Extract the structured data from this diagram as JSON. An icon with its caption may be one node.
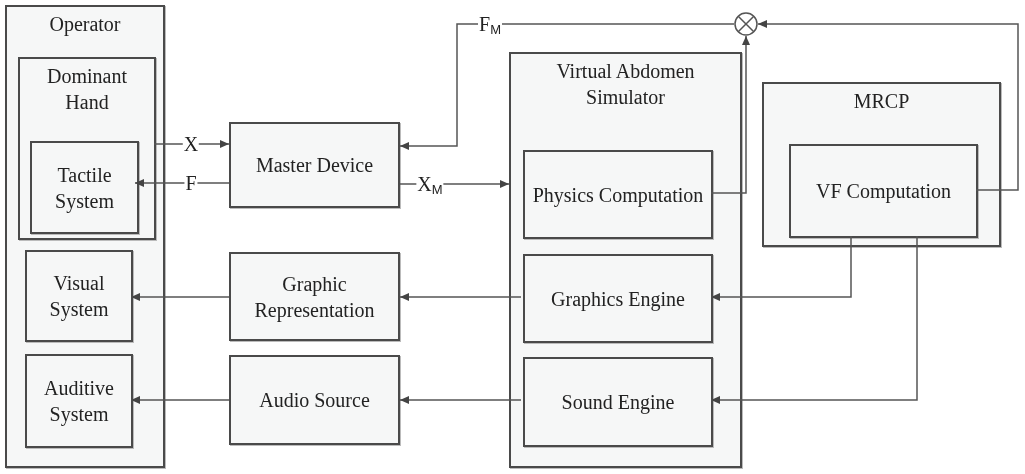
{
  "diagram": {
    "nodes": [
      {
        "text": [
          "Operator"
        ]
      },
      {
        "text": [
          "Dominant Hand"
        ],
        "in": 0
      },
      {
        "text": [
          "Tactile System"
        ],
        "in": 1
      },
      {
        "text": [
          "Visual System"
        ],
        "in": 0
      },
      {
        "text": [
          "Auditive System"
        ],
        "in": 0
      },
      {
        "text": [
          "Master Device"
        ]
      },
      {
        "text": [
          "Virtual Abdomen Simulator"
        ]
      },
      {
        "text": [
          "Physics Computation"
        ],
        "in": 6
      },
      {
        "text": [
          "Graphics Engine"
        ],
        "in": 6
      },
      {
        "text": [
          "Sound Engine"
        ],
        "in": 6
      },
      {
        "text": [
          "MRCP"
        ]
      },
      {
        "text": [
          "VF Computation"
        ],
        "in": 10
      },
      {
        "text": [
          "Graphic Representation"
        ]
      },
      {
        "text": [
          "Audio Source"
        ]
      },
      {
        "text": [],
        "shape": "circle"
      }
    ],
    "edges": [
      {
        "from": 1,
        "to": 5,
        "arrow": "to",
        "label": "X"
      },
      {
        "from": 5,
        "to": 2,
        "arrow": "to",
        "label": "F"
      },
      {
        "from": 5,
        "to": 6,
        "arrow": "to",
        "label": "X$_{M}$"
      },
      {
        "from": 14,
        "to": 5,
        "arrow": "to",
        "label": "F$_{M}$"
      },
      {
        "from": 7,
        "to": 14,
        "arrow": "to"
      },
      {
        "from": 11,
        "to": 14,
        "arrow": "to"
      },
      {
        "from": 11,
        "to": 8,
        "arrow": "to"
      },
      {
        "from": 11,
        "to": 9,
        "arrow": "to"
      },
      {
        "from": 8,
        "to": 12,
        "arrow": "to"
      },
      {
        "from": 12,
        "to": 3,
        "arrow": "to"
      },
      {
        "from": 9,
        "to": 13,
        "arrow": "to"
      },
      {
        "from": 13,
        "to": 4,
        "arrow": "to"
      }
    ]
  }
}
